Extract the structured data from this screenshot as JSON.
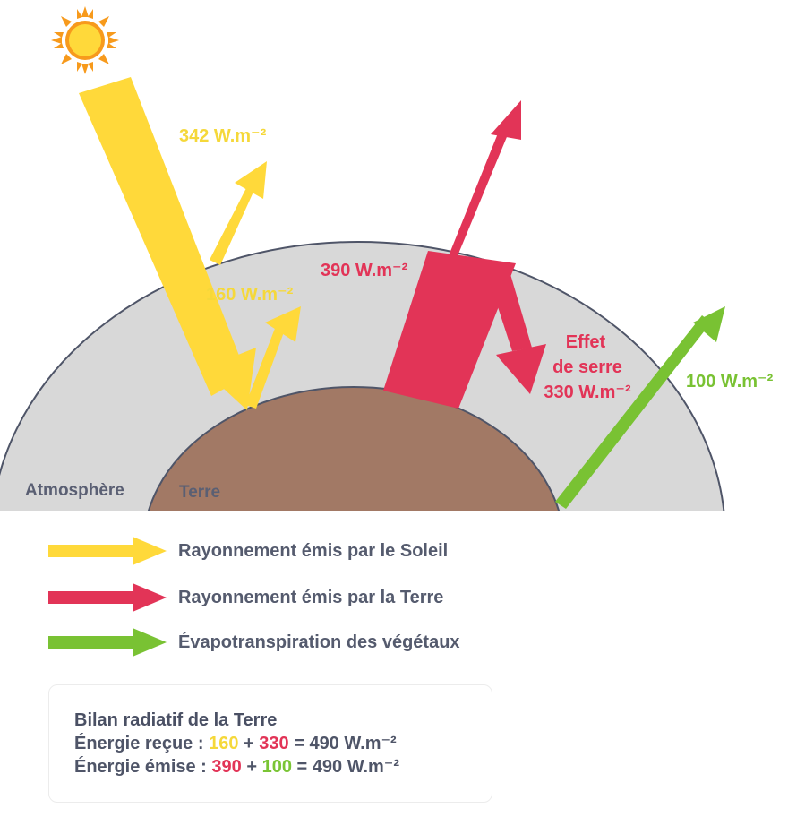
{
  "colors": {
    "sun": "#ffd93a",
    "earth_rad": "#e23457",
    "evapo": "#79c233",
    "atmosphere": "#d8d8d8",
    "earth": "#a27965",
    "outline": "#4f5568"
  },
  "icons": {
    "sun": "sun-icon"
  },
  "labels": {
    "incoming": "342 W.m⁻²",
    "absorbed": "160 W.m⁻²",
    "emitted": "390 W.m⁻²",
    "greenhouse_1": "Effet",
    "greenhouse_2": "de serre",
    "greenhouse_3": "330 W.m⁻²",
    "evapo": "100 W.m⁻²",
    "atmosphere": "Atmosphère",
    "earth": "Terre"
  },
  "legend": [
    {
      "label": "Rayonnement émis par le Soleil"
    },
    {
      "label": "Rayonnement émis par la Terre"
    },
    {
      "label": "Évapotranspiration des végétaux"
    }
  ],
  "bilan": {
    "title": "Bilan radiatif de la Terre",
    "recue_prefix": "Énergie reçue :",
    "recue_a": "160",
    "recue_op": "+",
    "recue_b": "330",
    "recue_result": "= 490 W.m⁻²",
    "emise_prefix": "Énergie émise :",
    "emise_a": "390",
    "emise_op": "+",
    "emise_b": "100",
    "emise_result": "= 490 W.m⁻²"
  }
}
